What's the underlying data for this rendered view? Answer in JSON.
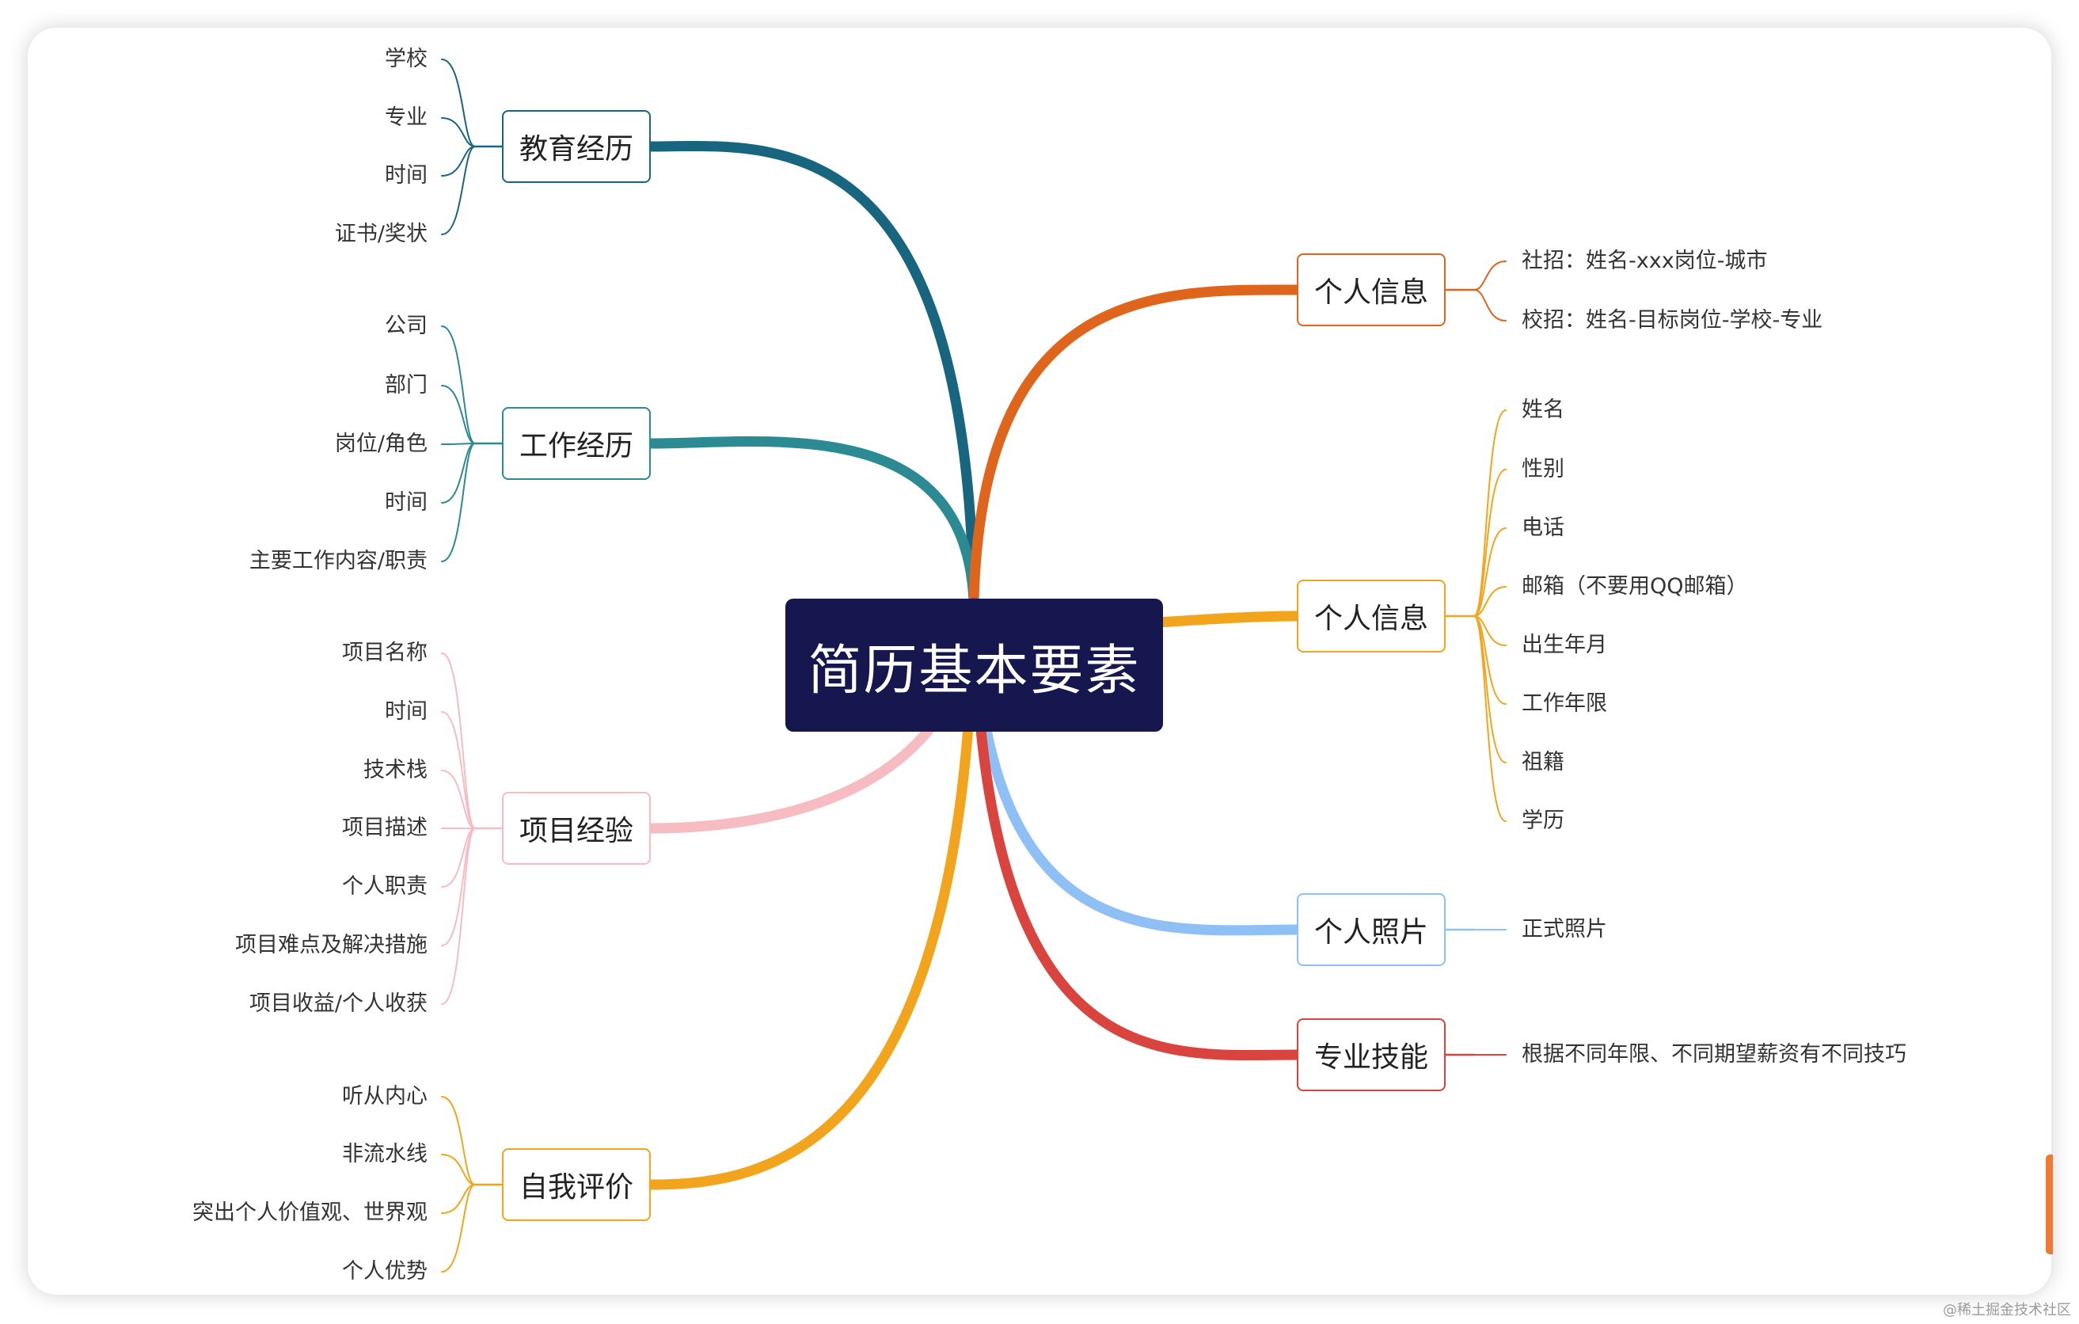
{
  "center": {
    "label": "简历基本要素",
    "color": "#17174f"
  },
  "left_topics": [
    {
      "id": "edu",
      "label": "教育经历",
      "color": "#17657f",
      "items": [
        "学校",
        "专业",
        "时间",
        "证书/奖状"
      ]
    },
    {
      "id": "work",
      "label": "工作经历",
      "color": "#2c8a92",
      "items": [
        "公司",
        "部门",
        "岗位/角色",
        "时间",
        "主要工作内容/职责"
      ]
    },
    {
      "id": "project",
      "label": "项目经验",
      "color": "#f6bcc2",
      "items": [
        "项目名称",
        "时间",
        "技术栈",
        "项目描述",
        "个人职责",
        "项目难点及解决措施",
        "项目收益/个人收获"
      ]
    },
    {
      "id": "self",
      "label": "自我评价",
      "color": "#f2a51c",
      "items": [
        "听从内心",
        "非流水线",
        "突出个人价值观、世界观",
        "个人优势"
      ]
    }
  ],
  "right_topics": [
    {
      "id": "info1",
      "label": "个人信息",
      "color": "#e0651c",
      "items": [
        "社招：姓名-xxx岗位-城市",
        "校招：姓名-目标岗位-学校-专业"
      ]
    },
    {
      "id": "info2",
      "label": "个人信息",
      "color": "#f2a51c",
      "items": [
        "姓名",
        "性别",
        "电话",
        "邮箱（不要用QQ邮箱）",
        "出生年月",
        "工作年限",
        "祖籍",
        "学历"
      ]
    },
    {
      "id": "photo",
      "label": "个人照片",
      "color": "#8ec0f5",
      "items": [
        "正式照片"
      ]
    },
    {
      "id": "skills",
      "label": "专业技能",
      "color": "#d9443f",
      "items": [
        "根据不同年限、不同期望薪资有不同技巧"
      ]
    }
  ],
  "watermark": "@稀土掘金技术社区"
}
